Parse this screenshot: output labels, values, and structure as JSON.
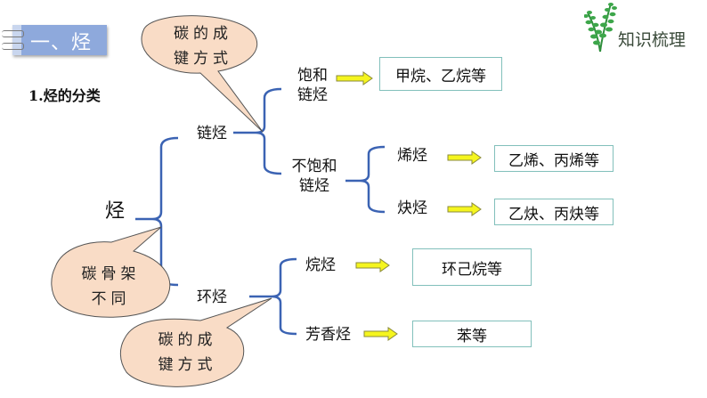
{
  "header": {
    "section_title": "一、烃",
    "subheading": "1.烃的分类",
    "brand_label": "知识梳理",
    "brand_icon": "leaf-sprig-icon"
  },
  "colors": {
    "bracket": "#3b63b3",
    "arrow_fill": "#f5f51e",
    "arrow_stroke": "#8a8a3a",
    "box_border": "#82c0bb",
    "bubble_fill": "#f9dcc6",
    "section_tab": "#8ea9dc",
    "brand_green": "#3da64a"
  },
  "tree": {
    "root": "烃",
    "chain": {
      "label": "链烃",
      "saturated": {
        "label_line1": "饱和",
        "label_line2": "链烃",
        "examples": "甲烷、乙烷等"
      },
      "unsaturated": {
        "label_line1": "不饱和",
        "label_line2": "链烃",
        "alkene": {
          "label": "烯烃",
          "examples": "乙烯、丙烯等"
        },
        "alkyne": {
          "label": "炔烃",
          "examples": "乙炔、丙炔等"
        }
      }
    },
    "ring": {
      "label": "环烃",
      "cycloalkane": {
        "label": "烷烃",
        "examples": "环己烷等"
      },
      "aromatic": {
        "label": "芳香烃",
        "examples": "苯等"
      }
    }
  },
  "callouts": {
    "chain_bonding": {
      "line1": "碳的成",
      "line2": "键方式"
    },
    "skeleton": {
      "line1": "碳骨架",
      "line2": "不同"
    },
    "ring_bonding": {
      "line1": "碳的成",
      "line2": "键方式"
    }
  }
}
